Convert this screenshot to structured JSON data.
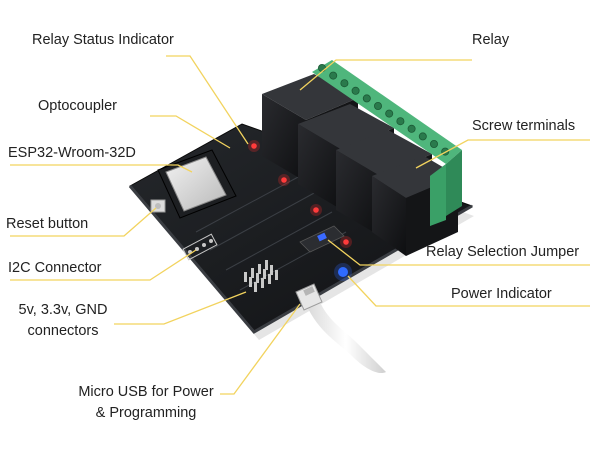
{
  "colors": {
    "leader": "#f2d35e",
    "board": "#17191c",
    "relay": "#1a1b1e",
    "terminal": "#3aa067",
    "led_red": "#ff2a2a",
    "led_blue": "#2f6bff",
    "cable": "#eeeeee"
  },
  "labels": {
    "relay_status": "Relay Status Indicator",
    "relay": "Relay",
    "optocoupler": "Optocoupler",
    "screw_terminals": "Screw terminals",
    "esp32": "ESP32-Wroom-32D",
    "reset_button": "Reset button",
    "relay_jumper": "Relay Selection Jumper",
    "i2c": "I2C Connector",
    "power_indicator": "Power Indicator",
    "pwr_connectors_line1": "5v, 3.3v, GND",
    "pwr_connectors_line2": "connectors",
    "usb_line1": "Micro USB for Power",
    "usb_line2": "& Programming"
  }
}
